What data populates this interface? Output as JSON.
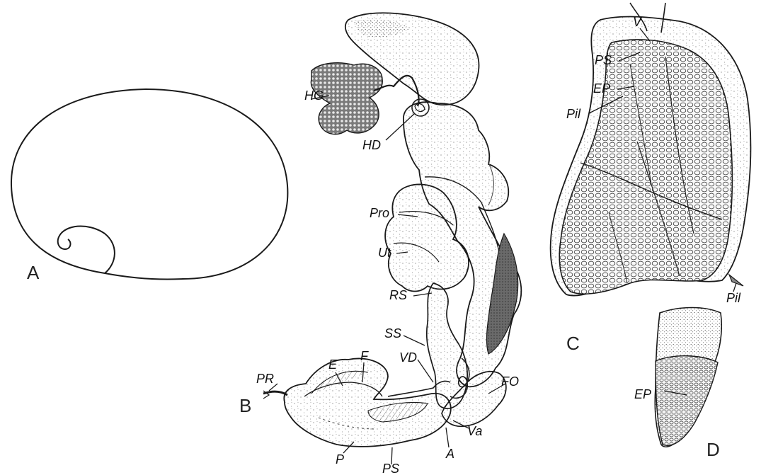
{
  "panels": {
    "a": {
      "letter": "A"
    },
    "b": {
      "letter": "B",
      "labels": {
        "hg": "HG",
        "hd": "HD",
        "pro": "Pro",
        "ut": "Ut",
        "rs": "RS",
        "ss": "SS",
        "vd": "VD",
        "fo": "FO",
        "pr": "PR",
        "e": "E",
        "f": "F",
        "p": "P",
        "ps": "PS",
        "a": "A",
        "va": "Va"
      }
    },
    "c": {
      "letter": "C",
      "labels": {
        "v": "V",
        "ps": "PS",
        "ep": "EP",
        "pil_top": "Pil",
        "pil_bottom": "Pil"
      }
    },
    "d": {
      "letter": "D",
      "labels": {
        "ep": "EP"
      }
    }
  },
  "colors": {
    "ink": "#1a1a1a",
    "stipple": "#6b6b6b",
    "dark_tissue": "#555555",
    "mesh": "#3a3a3a"
  }
}
